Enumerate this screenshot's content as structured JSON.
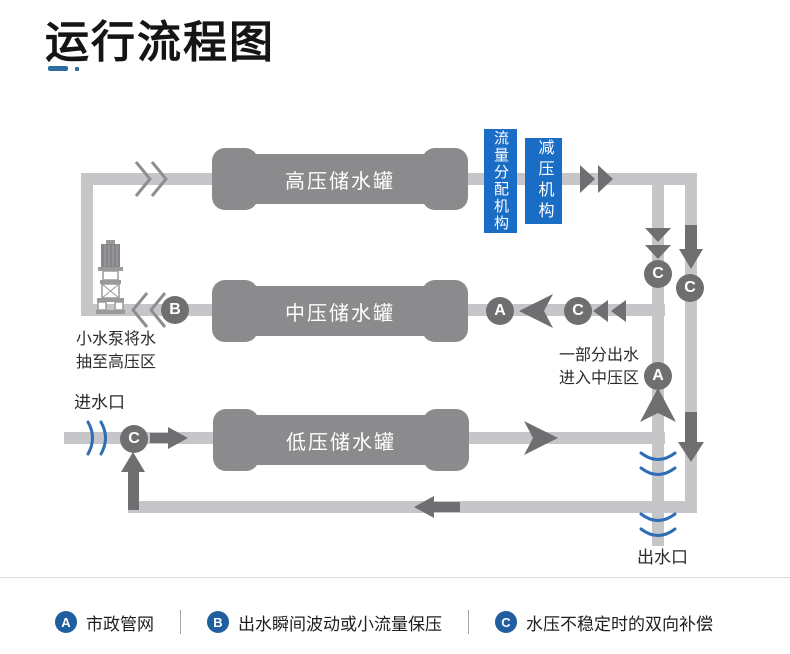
{
  "title": {
    "text": "运行流程图"
  },
  "colors": {
    "pipe": "#c6c6c8",
    "tank": "#8b8b8d",
    "dark_arrow": "#6f6f72",
    "blue_box": "#1a6dc4",
    "legend_circle": "#1f5f9f",
    "water_arc": "#2e6cb5",
    "title_accent": "#2e6da4"
  },
  "diagram": {
    "tanks": {
      "high": "高压储水罐",
      "mid": "中压储水罐",
      "low": "低压储水罐"
    },
    "boxes": {
      "flow_distributor": "流量分配机构",
      "pressure_reducer": "减压机构"
    },
    "nodes": {
      "b_pump": "B",
      "a_mid_out": "A",
      "c_mid": "C",
      "c_branch_left": "C",
      "c_branch_right": "C",
      "a_up": "A",
      "c_inlet": "C"
    },
    "labels": {
      "inlet": "进水口",
      "outlet": "出水口",
      "pump_line1": "小水泵将水",
      "pump_line2": "抽至高压区",
      "partial_line1": "一部分出水",
      "partial_line2": "进入中压区"
    }
  },
  "legend": {
    "items": [
      {
        "key": "A",
        "text": "市政管网"
      },
      {
        "key": "B",
        "text": "出水瞬间波动或小流量保压"
      },
      {
        "key": "C",
        "text": "水压不稳定时的双向补偿"
      }
    ]
  }
}
